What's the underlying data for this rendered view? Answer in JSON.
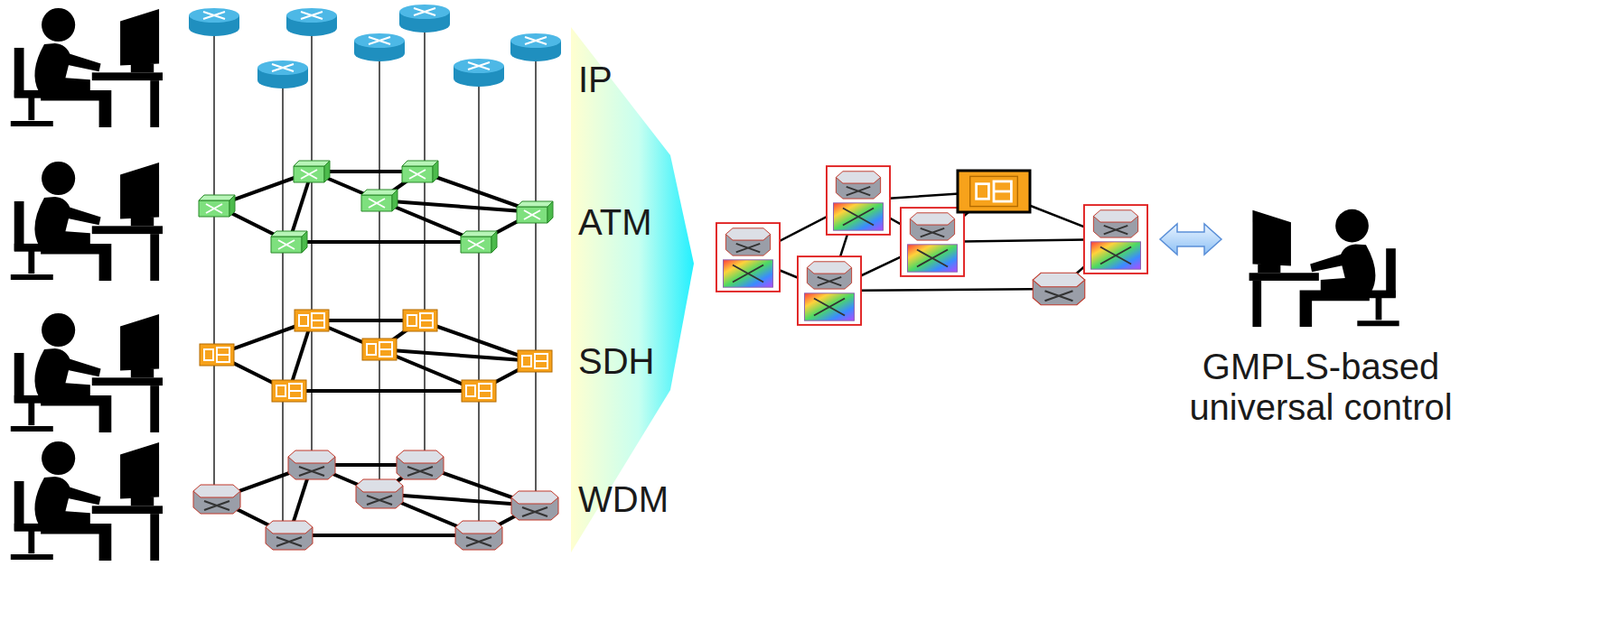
{
  "diagram": {
    "labels": [
      "IP",
      "ATM",
      "SDH",
      "WDM",
      "GMPLS-based universal control"
    ]
  }
}
